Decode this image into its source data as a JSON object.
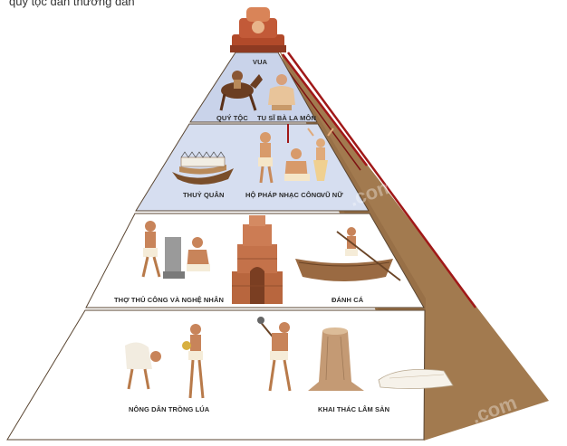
{
  "header": {
    "caption": "quy tộc dân thường dân"
  },
  "colors": {
    "tier1_bg": "#c9d3ea",
    "tier2_bg": "#d6def0",
    "tier3_bg": "#ffffff",
    "tier4_bg": "#ffffff",
    "pyramid_side": "#a27a4f",
    "pyramid_side_dark": "#7d5834",
    "side_stripe": "#a01818",
    "outline": "#5a4632"
  },
  "tiers": {
    "tier1": {
      "top_label": "VUA",
      "left_label": "QUÝ TỘC",
      "right_label": "TU SĨ BÀ LA MÔN"
    },
    "tier2": {
      "label_boat": "THUỶ QUÂN",
      "label_guard": "HỘ PHÁP",
      "label_music": "NHẠC CÔNG",
      "label_dance": "VŨ NỮ"
    },
    "tier3": {
      "label_craft": "THỢ THỦ CÔNG VÀ NGHỆ NHÂN",
      "label_fish": "ĐÁNH CÁ"
    },
    "tier4": {
      "label_farm": "NÔNG DÂN TRỒNG LÚA",
      "label_forest": "KHAI THÁC LÂM SẢN"
    }
  },
  "icons": {
    "apex": "king-statue-icon",
    "horse_rider": "horse-rider-icon",
    "priest": "priest-icon",
    "warship": "warship-icon",
    "guard": "guardian-figure-icon",
    "musician": "musician-figure-icon",
    "dancer": "dancer-figure-icon",
    "craftsmen": "craftsmen-carving-icon",
    "temple": "brick-temple-icon",
    "fisherman": "fisherman-boat-icon",
    "farmers": "farmers-planting-icon",
    "woodcutter": "woodcutter-icon",
    "stump": "tree-stump-icon",
    "log": "log-icon"
  }
}
